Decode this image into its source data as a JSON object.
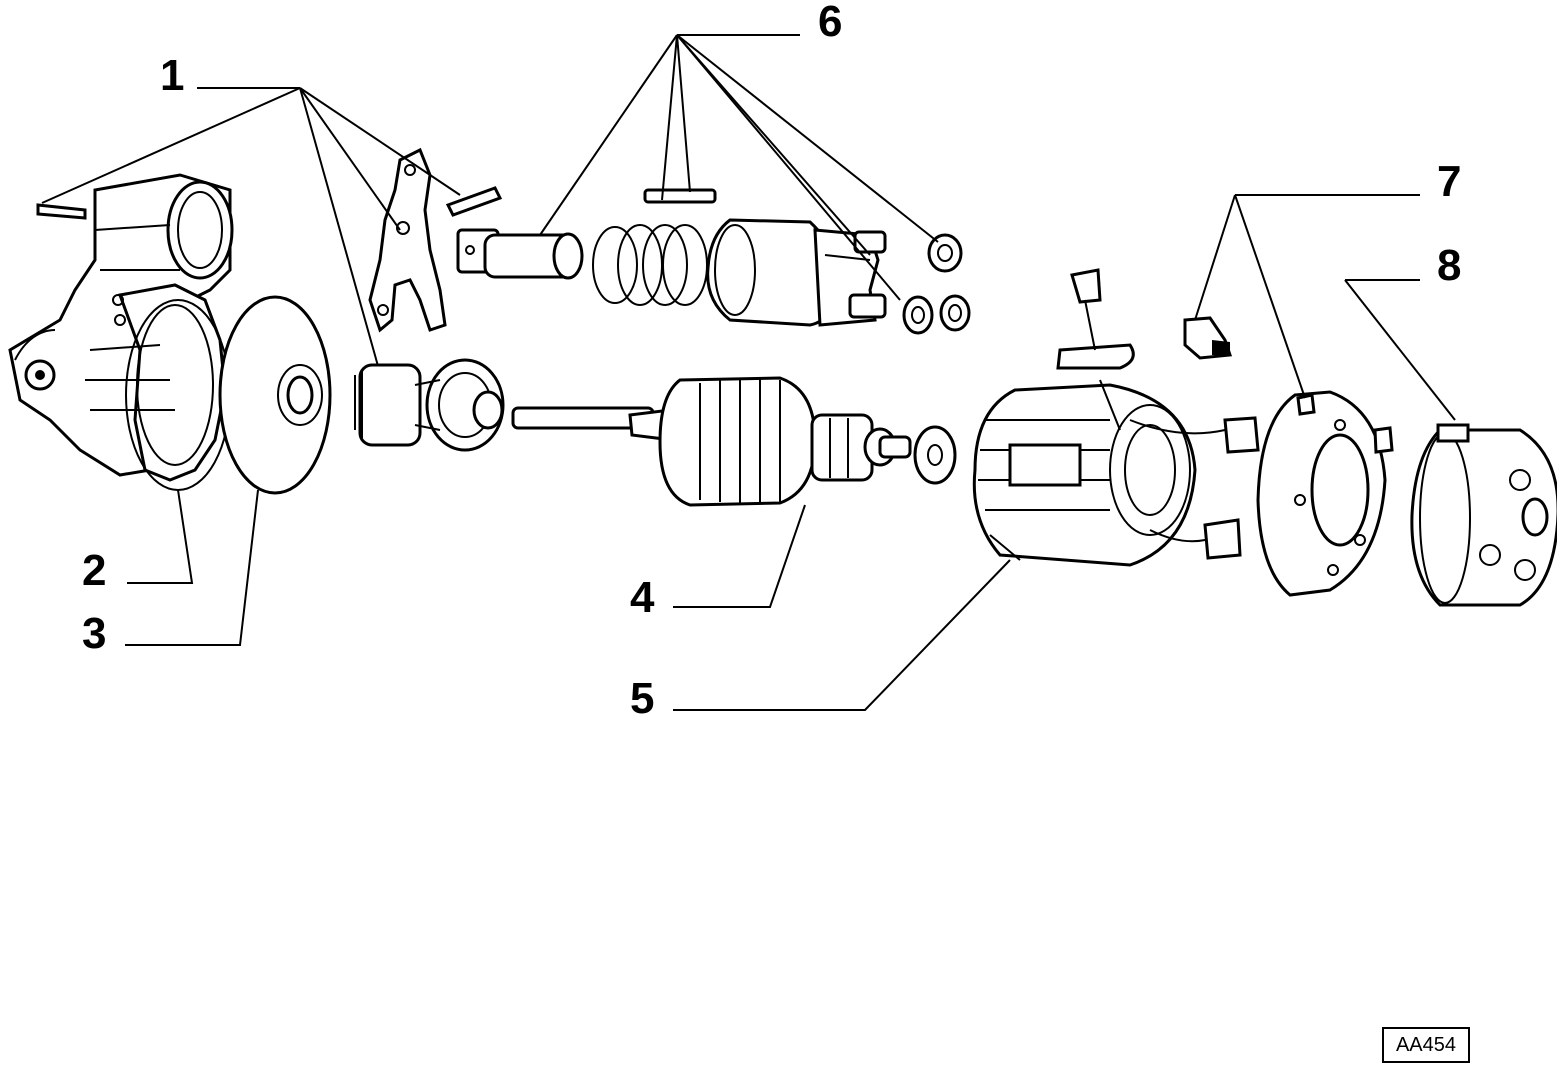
{
  "diagram": {
    "callouts": [
      {
        "id": "1",
        "label": "1"
      },
      {
        "id": "2",
        "label": "2"
      },
      {
        "id": "3",
        "label": "3"
      },
      {
        "id": "4",
        "label": "4"
      },
      {
        "id": "5",
        "label": "5"
      },
      {
        "id": "6",
        "label": "6"
      },
      {
        "id": "7",
        "label": "7"
      },
      {
        "id": "8",
        "label": "8"
      }
    ],
    "reference_code": "AA454"
  }
}
